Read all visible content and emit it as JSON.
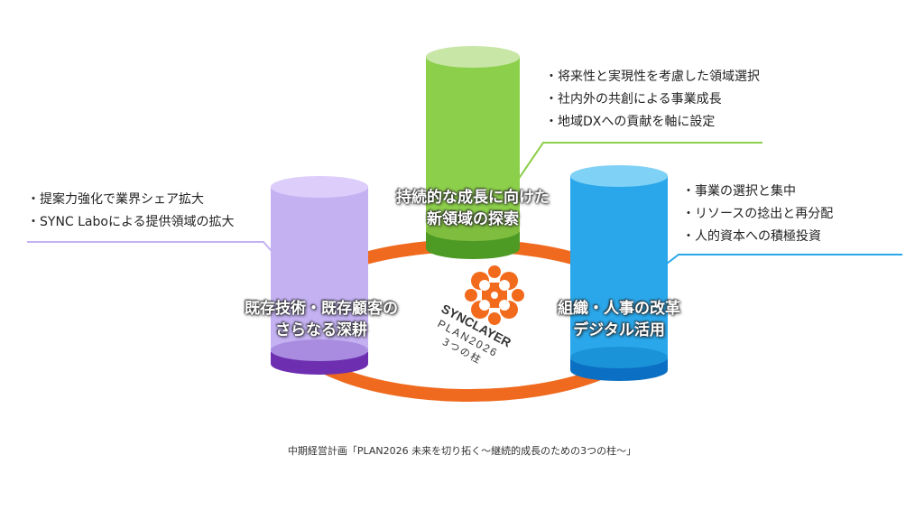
{
  "center": {
    "brand": "SYNCLAYER",
    "plan": "PLAN2026",
    "pillars": "3つの柱"
  },
  "pillars": [
    {
      "name": "growth",
      "label_lines": [
        "持続的な成長に向けた",
        "新領域の探索"
      ],
      "color": "#8ccf4b",
      "bullets": [
        "将来性と実現性を考慮した領域選択",
        "社内外の共創による事業成長",
        "地域DXへの貢献を軸に設定"
      ]
    },
    {
      "name": "deepen",
      "label_lines": [
        "既存技術・既存顧客の",
        "さらなる深耕"
      ],
      "color": "#c5b0f0",
      "bullets": [
        "提案力強化で業界シェア拡大",
        "SYNC Laboによる提供領域の拡大"
      ]
    },
    {
      "name": "reform",
      "label_lines": [
        "組織・人事の改革",
        "デジタル活用"
      ],
      "color": "#2aa7ea",
      "bullets": [
        "事業の選択と集中",
        "リソースの捻出と再分配",
        "人的資本への積極投資"
      ]
    }
  ],
  "colors": {
    "ring": "#ef6a1e",
    "logo": "#f26b1d",
    "green_top": "#c8e6a6",
    "green_body": "#8ccf4b",
    "green_base": "#4d9a24",
    "purple_top": "#dccdfb",
    "purple_body": "#c4b1f2",
    "purple_base": "#6d2fb0",
    "blue_top": "#7fd1f6",
    "blue_body": "#2aa7ea",
    "blue_base": "#0b6fc4"
  },
  "caption": "中期経営計画「PLAN2026 未来を切り拓く～継続的成長のための3つの柱～」"
}
